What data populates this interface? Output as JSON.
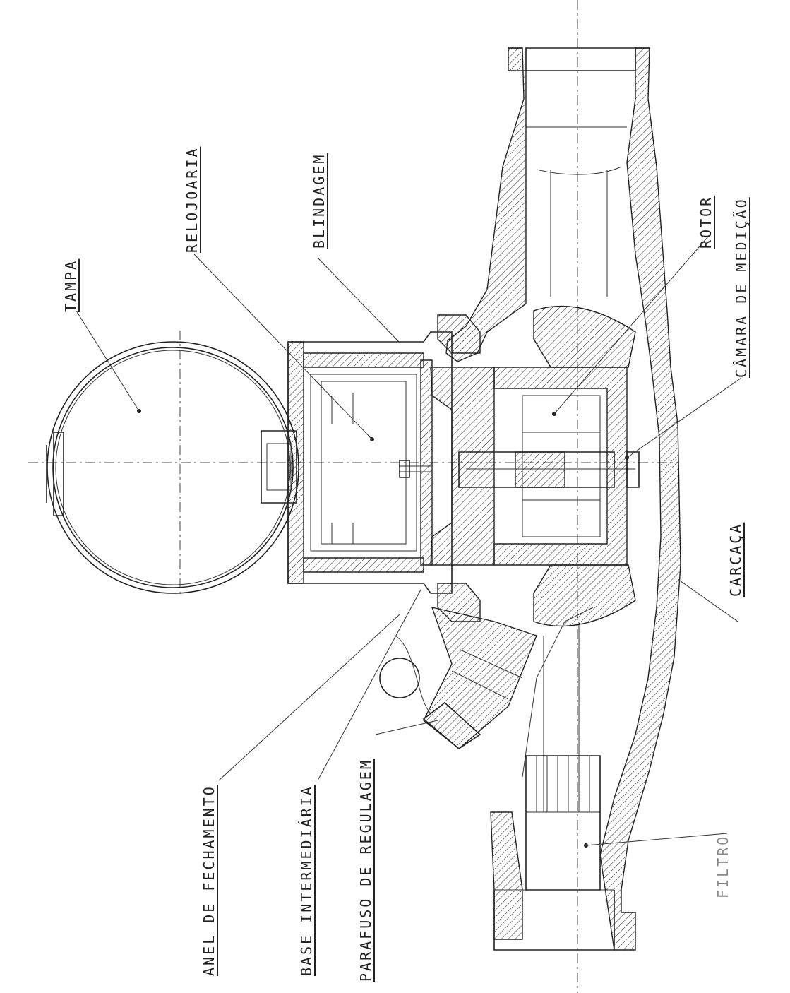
{
  "labels": {
    "tampa": "TAMPA",
    "relojoaria": "RELOJOARIA",
    "blindagem": "BLINDAGEM",
    "rotor": "ROTOR",
    "camara": "CÂMARA DE MEDIÇÃO",
    "carcaca": "CARCAÇA",
    "filtro": "FILTRO",
    "parafuso": "PARAFUSO DE REGULAGEM",
    "base": "BASE INTERMEDIÁRIA",
    "anel": "ANEL DE FECHAMENTO"
  },
  "colors": {
    "ink": "#222222",
    "paper": "#ffffff",
    "faint": "#888888"
  }
}
